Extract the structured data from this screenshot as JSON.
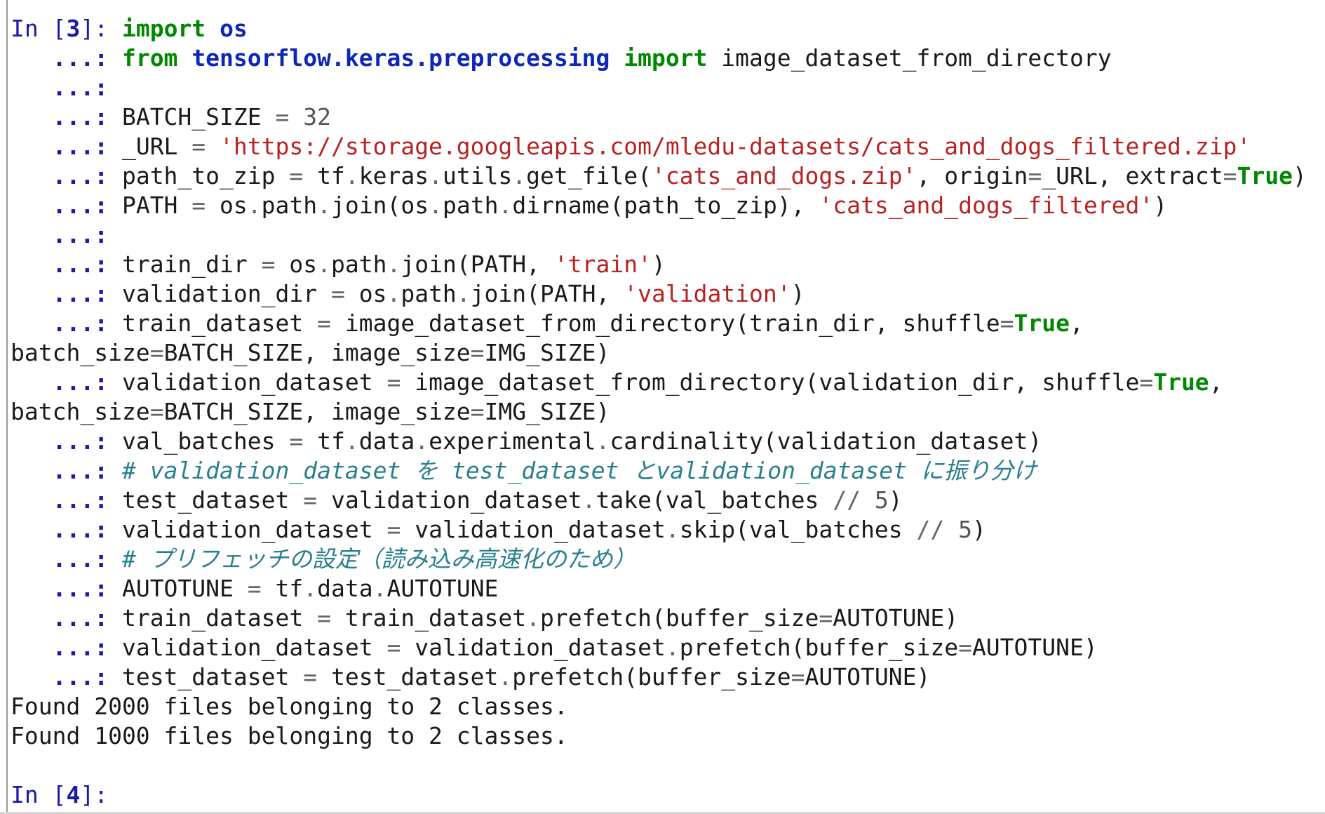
{
  "console": {
    "colors": {
      "prompt": "#1b1baa",
      "keyword": "#008800",
      "namespace": "#0d27b8",
      "string": "#ba2121",
      "number": "#555555",
      "operator": "#666666",
      "comment": "#2a7f8f",
      "text": "#1a1a1a"
    },
    "lines": [
      [
        {
          "t": "In [",
          "k": "prompt-in"
        },
        {
          "t": "3",
          "k": "prompt-num"
        },
        {
          "t": "]: ",
          "k": "prompt-in"
        },
        {
          "t": "import",
          "k": "kw"
        },
        {
          "t": " ",
          "k": "txt"
        },
        {
          "t": "os",
          "k": "ns"
        }
      ],
      [
        {
          "t": "   ...: ",
          "k": "prompt-cont"
        },
        {
          "t": "from",
          "k": "kw"
        },
        {
          "t": " ",
          "k": "txt"
        },
        {
          "t": "tensorflow.keras.preprocessing",
          "k": "ns"
        },
        {
          "t": " ",
          "k": "txt"
        },
        {
          "t": "import",
          "k": "kw"
        },
        {
          "t": " image_dataset_from_directory",
          "k": "txt"
        }
      ],
      [
        {
          "t": "   ...:",
          "k": "prompt-cont"
        }
      ],
      [
        {
          "t": "   ...: ",
          "k": "prompt-cont"
        },
        {
          "t": "BATCH_SIZE ",
          "k": "txt"
        },
        {
          "t": "=",
          "k": "op"
        },
        {
          "t": " ",
          "k": "txt"
        },
        {
          "t": "32",
          "k": "num"
        }
      ],
      [
        {
          "t": "   ...: ",
          "k": "prompt-cont"
        },
        {
          "t": "_URL ",
          "k": "txt"
        },
        {
          "t": "=",
          "k": "op"
        },
        {
          "t": " ",
          "k": "txt"
        },
        {
          "t": "'https://storage.googleapis.com/mledu-datasets/cats_and_dogs_filtered.zip'",
          "k": "str"
        }
      ],
      [
        {
          "t": "   ...: ",
          "k": "prompt-cont"
        },
        {
          "t": "path_to_zip ",
          "k": "txt"
        },
        {
          "t": "=",
          "k": "op"
        },
        {
          "t": " tf",
          "k": "txt"
        },
        {
          "t": ".",
          "k": "op"
        },
        {
          "t": "keras",
          "k": "txt"
        },
        {
          "t": ".",
          "k": "op"
        },
        {
          "t": "utils",
          "k": "txt"
        },
        {
          "t": ".",
          "k": "op"
        },
        {
          "t": "get_file(",
          "k": "txt"
        },
        {
          "t": "'cats_and_dogs.zip'",
          "k": "str"
        },
        {
          "t": ", origin",
          "k": "txt"
        },
        {
          "t": "=",
          "k": "op"
        },
        {
          "t": "_URL, extract",
          "k": "txt"
        },
        {
          "t": "=",
          "k": "op"
        },
        {
          "t": "True",
          "k": "const"
        },
        {
          "t": ")",
          "k": "txt"
        }
      ],
      [
        {
          "t": "   ...: ",
          "k": "prompt-cont"
        },
        {
          "t": "PATH ",
          "k": "txt"
        },
        {
          "t": "=",
          "k": "op"
        },
        {
          "t": " os",
          "k": "txt"
        },
        {
          "t": ".",
          "k": "op"
        },
        {
          "t": "path",
          "k": "txt"
        },
        {
          "t": ".",
          "k": "op"
        },
        {
          "t": "join(os",
          "k": "txt"
        },
        {
          "t": ".",
          "k": "op"
        },
        {
          "t": "path",
          "k": "txt"
        },
        {
          "t": ".",
          "k": "op"
        },
        {
          "t": "dirname(path_to_zip), ",
          "k": "txt"
        },
        {
          "t": "'cats_and_dogs_filtered'",
          "k": "str"
        },
        {
          "t": ")",
          "k": "txt"
        }
      ],
      [
        {
          "t": "   ...:",
          "k": "prompt-cont"
        }
      ],
      [
        {
          "t": "   ...: ",
          "k": "prompt-cont"
        },
        {
          "t": "train_dir ",
          "k": "txt"
        },
        {
          "t": "=",
          "k": "op"
        },
        {
          "t": " os",
          "k": "txt"
        },
        {
          "t": ".",
          "k": "op"
        },
        {
          "t": "path",
          "k": "txt"
        },
        {
          "t": ".",
          "k": "op"
        },
        {
          "t": "join(PATH, ",
          "k": "txt"
        },
        {
          "t": "'train'",
          "k": "str"
        },
        {
          "t": ")",
          "k": "txt"
        }
      ],
      [
        {
          "t": "   ...: ",
          "k": "prompt-cont"
        },
        {
          "t": "validation_dir ",
          "k": "txt"
        },
        {
          "t": "=",
          "k": "op"
        },
        {
          "t": " os",
          "k": "txt"
        },
        {
          "t": ".",
          "k": "op"
        },
        {
          "t": "path",
          "k": "txt"
        },
        {
          "t": ".",
          "k": "op"
        },
        {
          "t": "join(PATH, ",
          "k": "txt"
        },
        {
          "t": "'validation'",
          "k": "str"
        },
        {
          "t": ")",
          "k": "txt"
        }
      ],
      [
        {
          "t": "   ...: ",
          "k": "prompt-cont"
        },
        {
          "t": "train_dataset ",
          "k": "txt"
        },
        {
          "t": "=",
          "k": "op"
        },
        {
          "t": " image_dataset_from_directory(train_dir, shuffle",
          "k": "txt"
        },
        {
          "t": "=",
          "k": "op"
        },
        {
          "t": "True",
          "k": "const"
        },
        {
          "t": ",",
          "k": "txt"
        }
      ],
      [
        {
          "t": "batch_size",
          "k": "txt"
        },
        {
          "t": "=",
          "k": "op"
        },
        {
          "t": "BATCH_SIZE, image_size",
          "k": "txt"
        },
        {
          "t": "=",
          "k": "op"
        },
        {
          "t": "IMG_SIZE)",
          "k": "txt"
        }
      ],
      [
        {
          "t": "   ...: ",
          "k": "prompt-cont"
        },
        {
          "t": "validation_dataset ",
          "k": "txt"
        },
        {
          "t": "=",
          "k": "op"
        },
        {
          "t": " image_dataset_from_directory(validation_dir, shuffle",
          "k": "txt"
        },
        {
          "t": "=",
          "k": "op"
        },
        {
          "t": "True",
          "k": "const"
        },
        {
          "t": ",",
          "k": "txt"
        }
      ],
      [
        {
          "t": "batch_size",
          "k": "txt"
        },
        {
          "t": "=",
          "k": "op"
        },
        {
          "t": "BATCH_SIZE, image_size",
          "k": "txt"
        },
        {
          "t": "=",
          "k": "op"
        },
        {
          "t": "IMG_SIZE)",
          "k": "txt"
        }
      ],
      [
        {
          "t": "   ...: ",
          "k": "prompt-cont"
        },
        {
          "t": "val_batches ",
          "k": "txt"
        },
        {
          "t": "=",
          "k": "op"
        },
        {
          "t": " tf",
          "k": "txt"
        },
        {
          "t": ".",
          "k": "op"
        },
        {
          "t": "data",
          "k": "txt"
        },
        {
          "t": ".",
          "k": "op"
        },
        {
          "t": "experimental",
          "k": "txt"
        },
        {
          "t": ".",
          "k": "op"
        },
        {
          "t": "cardinality(validation_dataset)",
          "k": "txt"
        }
      ],
      [
        {
          "t": "   ...: ",
          "k": "prompt-cont"
        },
        {
          "t": "# validation_dataset を test_dataset とvalidation_dataset に振り分け",
          "k": "cmt"
        }
      ],
      [
        {
          "t": "   ...: ",
          "k": "prompt-cont"
        },
        {
          "t": "test_dataset ",
          "k": "txt"
        },
        {
          "t": "=",
          "k": "op"
        },
        {
          "t": " validation_dataset",
          "k": "txt"
        },
        {
          "t": ".",
          "k": "op"
        },
        {
          "t": "take(val_batches ",
          "k": "txt"
        },
        {
          "t": "//",
          "k": "op"
        },
        {
          "t": " ",
          "k": "txt"
        },
        {
          "t": "5",
          "k": "num"
        },
        {
          "t": ")",
          "k": "txt"
        }
      ],
      [
        {
          "t": "   ...: ",
          "k": "prompt-cont"
        },
        {
          "t": "validation_dataset ",
          "k": "txt"
        },
        {
          "t": "=",
          "k": "op"
        },
        {
          "t": " validation_dataset",
          "k": "txt"
        },
        {
          "t": ".",
          "k": "op"
        },
        {
          "t": "skip(val_batches ",
          "k": "txt"
        },
        {
          "t": "//",
          "k": "op"
        },
        {
          "t": " ",
          "k": "txt"
        },
        {
          "t": "5",
          "k": "num"
        },
        {
          "t": ")",
          "k": "txt"
        }
      ],
      [
        {
          "t": "   ...: ",
          "k": "prompt-cont"
        },
        {
          "t": "# プリフェッチの設定（読み込み高速化のため）",
          "k": "cmt"
        }
      ],
      [
        {
          "t": "   ...: ",
          "k": "prompt-cont"
        },
        {
          "t": "AUTOTUNE ",
          "k": "txt"
        },
        {
          "t": "=",
          "k": "op"
        },
        {
          "t": " tf",
          "k": "txt"
        },
        {
          "t": ".",
          "k": "op"
        },
        {
          "t": "data",
          "k": "txt"
        },
        {
          "t": ".",
          "k": "op"
        },
        {
          "t": "AUTOTUNE",
          "k": "txt"
        }
      ],
      [
        {
          "t": "   ...: ",
          "k": "prompt-cont"
        },
        {
          "t": "train_dataset ",
          "k": "txt"
        },
        {
          "t": "=",
          "k": "op"
        },
        {
          "t": " train_dataset",
          "k": "txt"
        },
        {
          "t": ".",
          "k": "op"
        },
        {
          "t": "prefetch(buffer_size",
          "k": "txt"
        },
        {
          "t": "=",
          "k": "op"
        },
        {
          "t": "AUTOTUNE)",
          "k": "txt"
        }
      ],
      [
        {
          "t": "   ...: ",
          "k": "prompt-cont"
        },
        {
          "t": "validation_dataset ",
          "k": "txt"
        },
        {
          "t": "=",
          "k": "op"
        },
        {
          "t": " validation_dataset",
          "k": "txt"
        },
        {
          "t": ".",
          "k": "op"
        },
        {
          "t": "prefetch(buffer_size",
          "k": "txt"
        },
        {
          "t": "=",
          "k": "op"
        },
        {
          "t": "AUTOTUNE)",
          "k": "txt"
        }
      ],
      [
        {
          "t": "   ...: ",
          "k": "prompt-cont"
        },
        {
          "t": "test_dataset ",
          "k": "txt"
        },
        {
          "t": "=",
          "k": "op"
        },
        {
          "t": " test_dataset",
          "k": "txt"
        },
        {
          "t": ".",
          "k": "op"
        },
        {
          "t": "prefetch(buffer_size",
          "k": "txt"
        },
        {
          "t": "=",
          "k": "op"
        },
        {
          "t": "AUTOTUNE)",
          "k": "txt"
        }
      ],
      [
        {
          "t": "Found 2000 files belonging to 2 classes.",
          "k": "out"
        }
      ],
      [
        {
          "t": "Found 1000 files belonging to 2 classes.",
          "k": "out"
        }
      ],
      [],
      [
        {
          "t": "In [",
          "k": "prompt-in"
        },
        {
          "t": "4",
          "k": "prompt-num"
        },
        {
          "t": "]: ",
          "k": "prompt-in"
        }
      ]
    ]
  }
}
